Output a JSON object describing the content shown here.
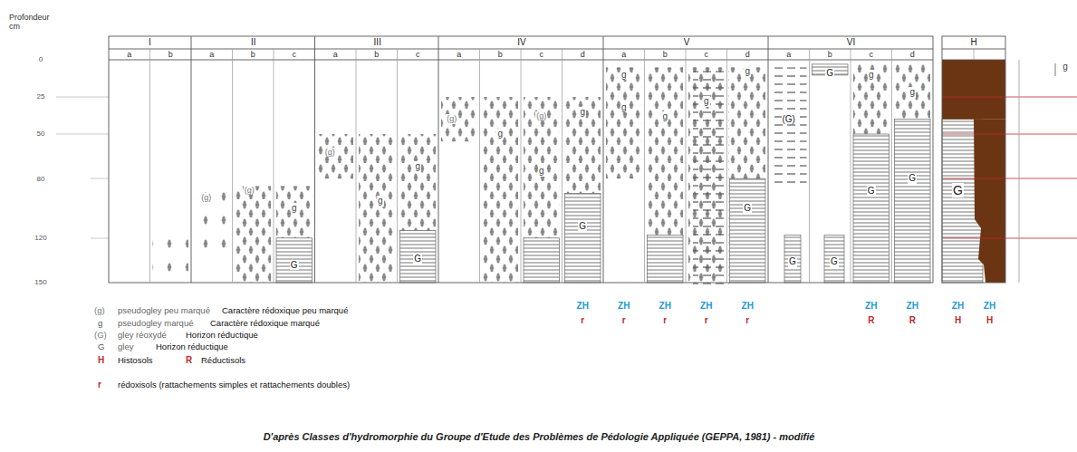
{
  "diagram": {
    "caption": "D'après Classes d'hydromorphie du Groupe d'Etude des Problèmes de Pédologie Appliquée (GEPPA, 1981) - modifié",
    "labels": [
      "Profondeur cm",
      "I",
      "II",
      "III",
      "IV",
      "V",
      "VI",
      "H",
      "a",
      "b",
      "a",
      "b",
      "c",
      "a",
      "b",
      "c",
      "a",
      "b",
      "c",
      "d",
      "a",
      "b",
      "c",
      "d",
      "a",
      "b",
      "c",
      "d",
      "0",
      "25",
      "50",
      "80",
      "120",
      "150",
      "(g)",
      "(g)",
      "g",
      "G",
      "(g)",
      "g",
      "g",
      "G",
      "(g)",
      "g",
      "(g)",
      "g",
      "g",
      "G",
      "g",
      "g",
      "g",
      "g",
      "g",
      "G",
      "(G)",
      "G",
      "G",
      "G",
      "g",
      "G",
      "g",
      "G",
      "G",
      "g",
      "ZH",
      "ZH",
      "ZH",
      "ZH",
      "ZH",
      "ZH",
      "ZH",
      "ZH",
      "ZH",
      "r",
      "r",
      "r",
      "r",
      "r",
      "R",
      "R",
      "H",
      "H",
      "(g)",
      "pseudogley peu marqué",
      "Caractère rédoxique peu marqué",
      "g",
      "pseudogley marqué",
      "Caractère rédoxique marqué",
      "(G)",
      "gley réoxydé",
      "Horizon réductique",
      "G",
      "gley",
      "Horizon réductique",
      "H",
      "Histosols",
      "R",
      "Réductisols",
      "r",
      "rédoxisols (rattachements simples et rattachements doubles)"
    ]
  }
}
